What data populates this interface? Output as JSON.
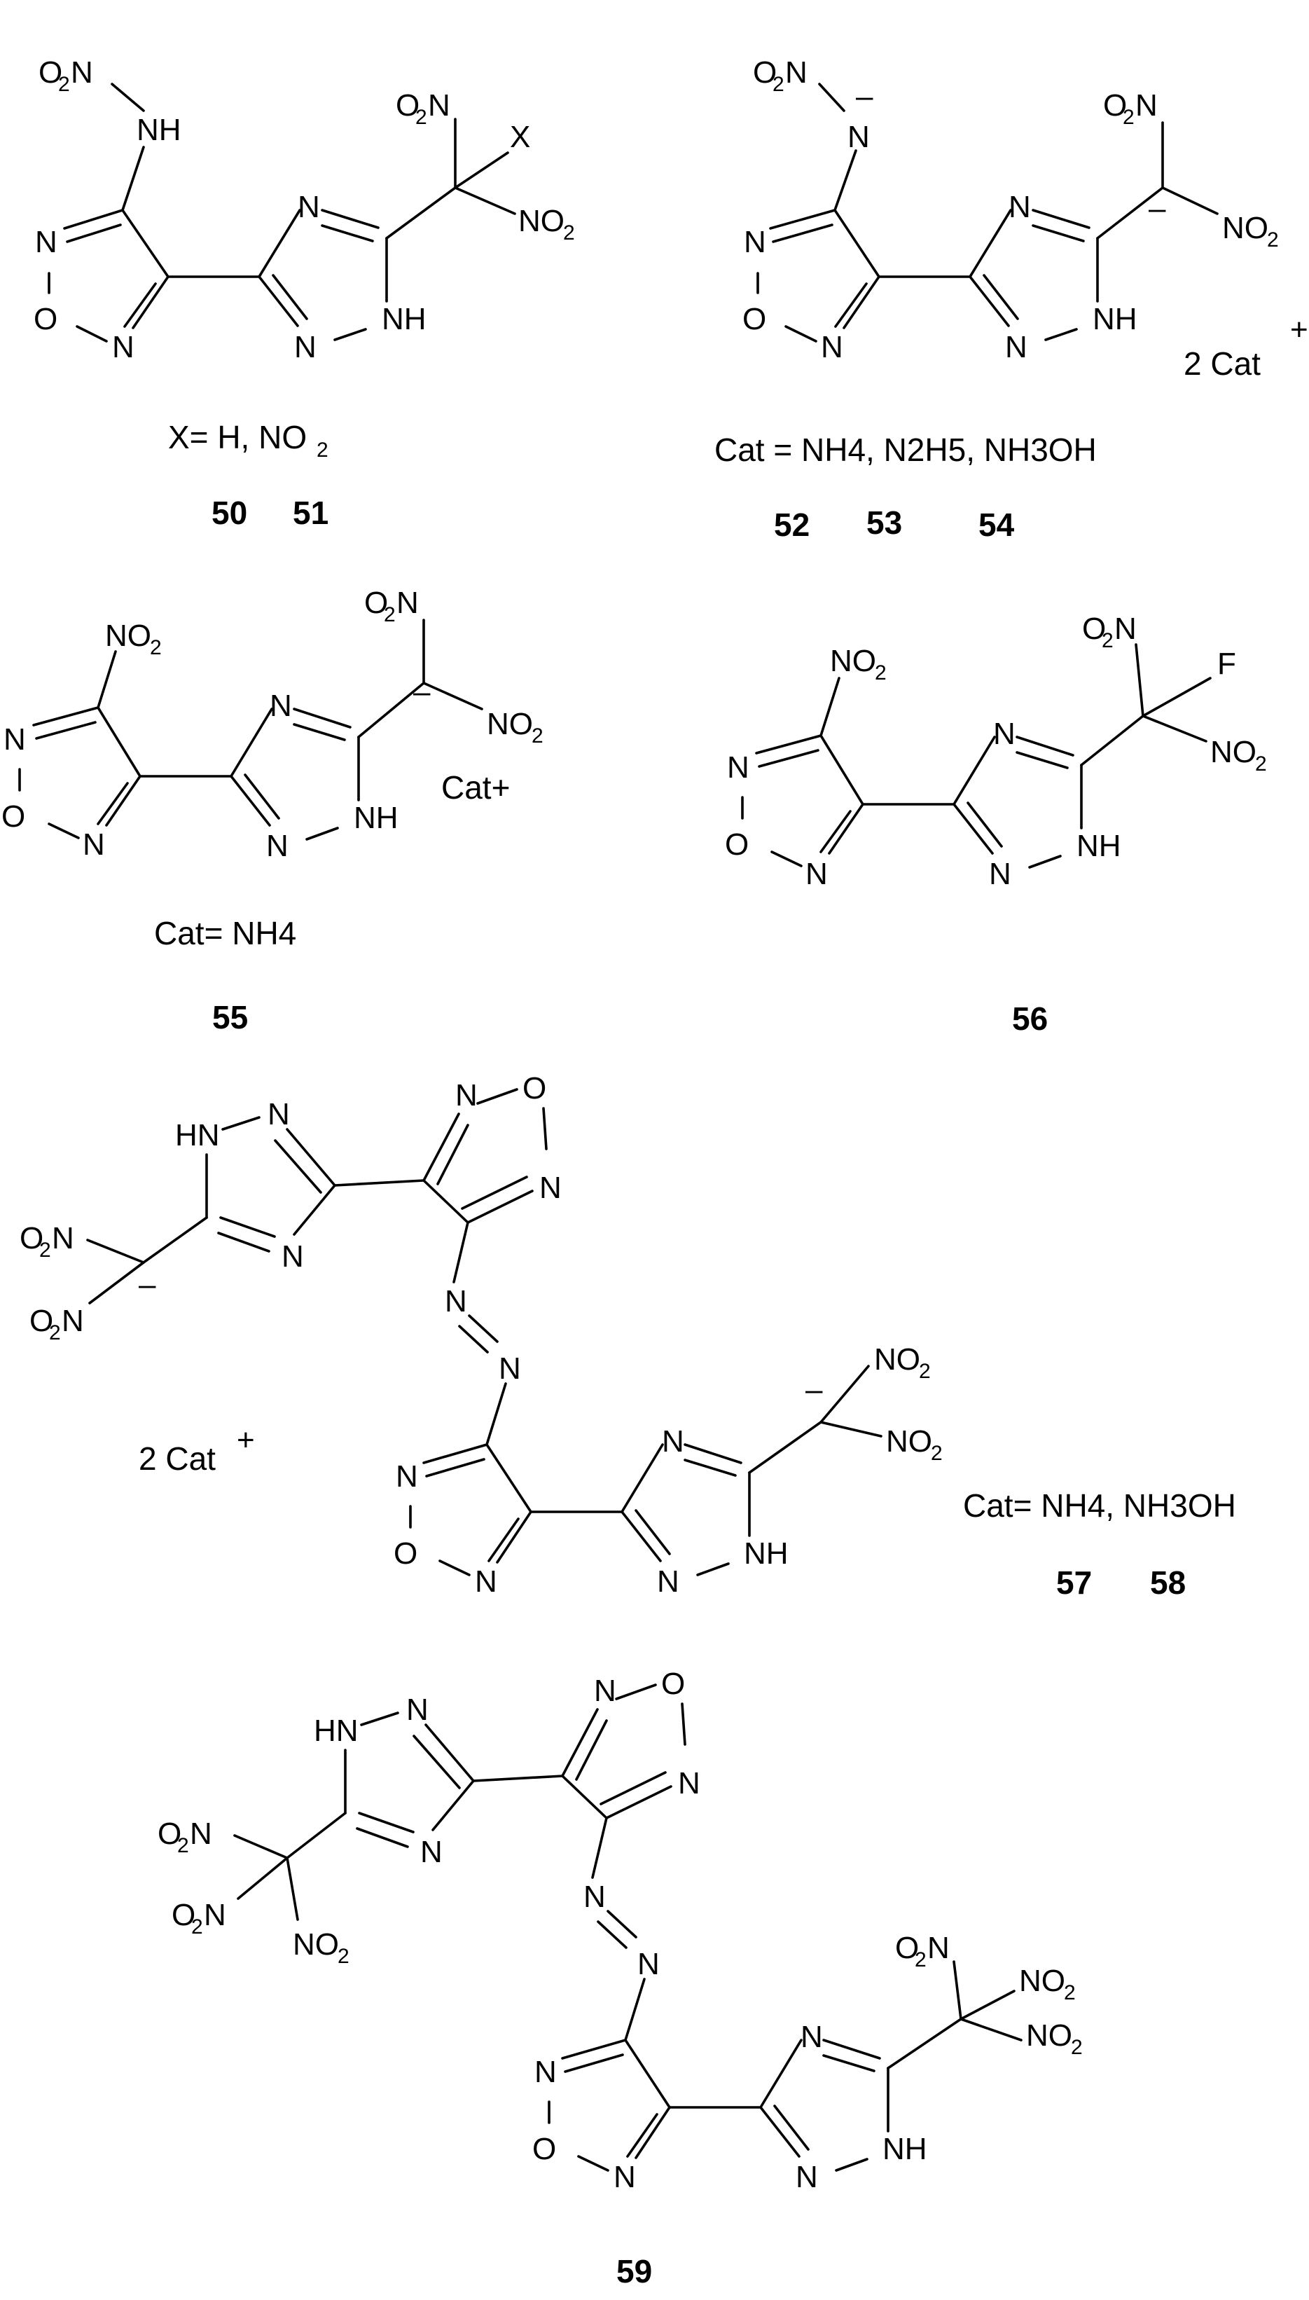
{
  "compounds": {
    "c50_51": {
      "x_label": "X= H, NO",
      "x_label_sub": "2",
      "num_a": "50",
      "num_b": "51"
    },
    "c52_54": {
      "cat_label": "Cat = NH4, N2H5, NH3OH",
      "counterion": "2 Cat",
      "num_a": "52",
      "num_b": "53",
      "num_c": "54"
    },
    "c55": {
      "cat_label": "Cat= NH4",
      "counterion": "Cat+",
      "num": "55"
    },
    "c56": {
      "num": "56"
    },
    "c57_58": {
      "counterion": "2 Cat",
      "cat_label": "Cat= NH4, NH3OH",
      "num_a": "57",
      "num_b": "58"
    },
    "c59": {
      "num": "59"
    }
  }
}
